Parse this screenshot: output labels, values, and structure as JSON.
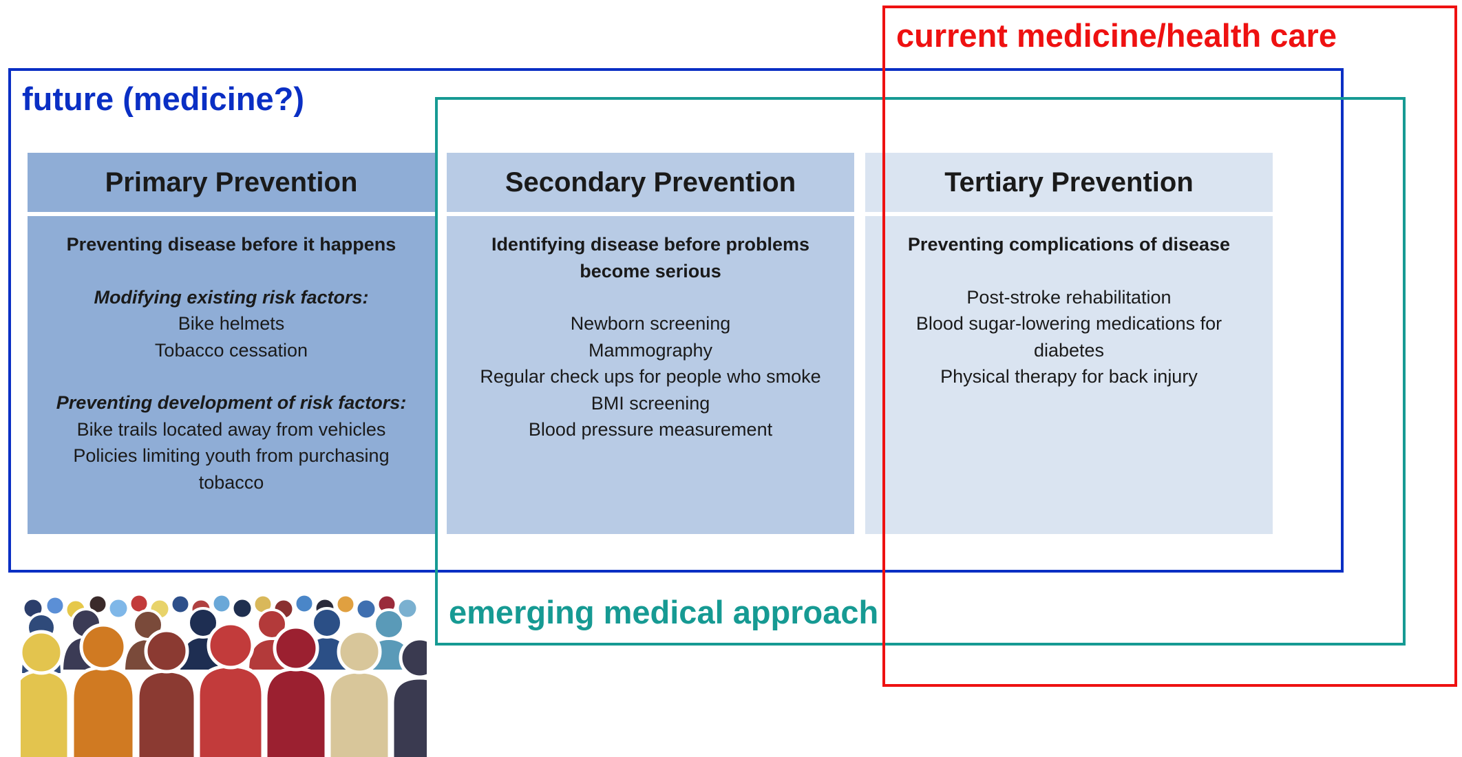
{
  "frames": {
    "future": {
      "label": "future (medicine?)",
      "color": "#0a2fc4"
    },
    "current": {
      "label": "current medicine/health care",
      "color": "#ee1111"
    },
    "emerging": {
      "label": "emerging medical approach",
      "color": "#169a93"
    }
  },
  "columns": {
    "primary": {
      "title": "Primary Prevention",
      "color": "#8fadd6",
      "lead": "Preventing disease before it happens",
      "group1_title": "Modifying existing risk factors:",
      "group1_items": [
        "Bike helmets",
        "Tobacco cessation"
      ],
      "group2_title": "Preventing development of risk factors:",
      "group2_items": [
        "Bike trails located away from vehicles",
        "Policies limiting youth from purchasing",
        "tobacco"
      ]
    },
    "secondary": {
      "title": "Secondary Prevention",
      "color": "#b8cbe5",
      "lead": [
        "Identifying disease before problems",
        "become serious"
      ],
      "items": [
        "Newborn screening",
        "Mammography",
        "Regular check ups for people who smoke",
        "BMI screening",
        "Blood pressure measurement"
      ]
    },
    "tertiary": {
      "title": "Tertiary Prevention",
      "color": "#dae4f1",
      "lead": "Preventing complications of disease",
      "items": [
        "Post-stroke rehabilitation",
        "Blood sugar-lowering medications for",
        "diabetes",
        "Physical therapy for back injury"
      ]
    }
  },
  "illustration": {
    "icon": "crowd-of-people-illustration"
  }
}
